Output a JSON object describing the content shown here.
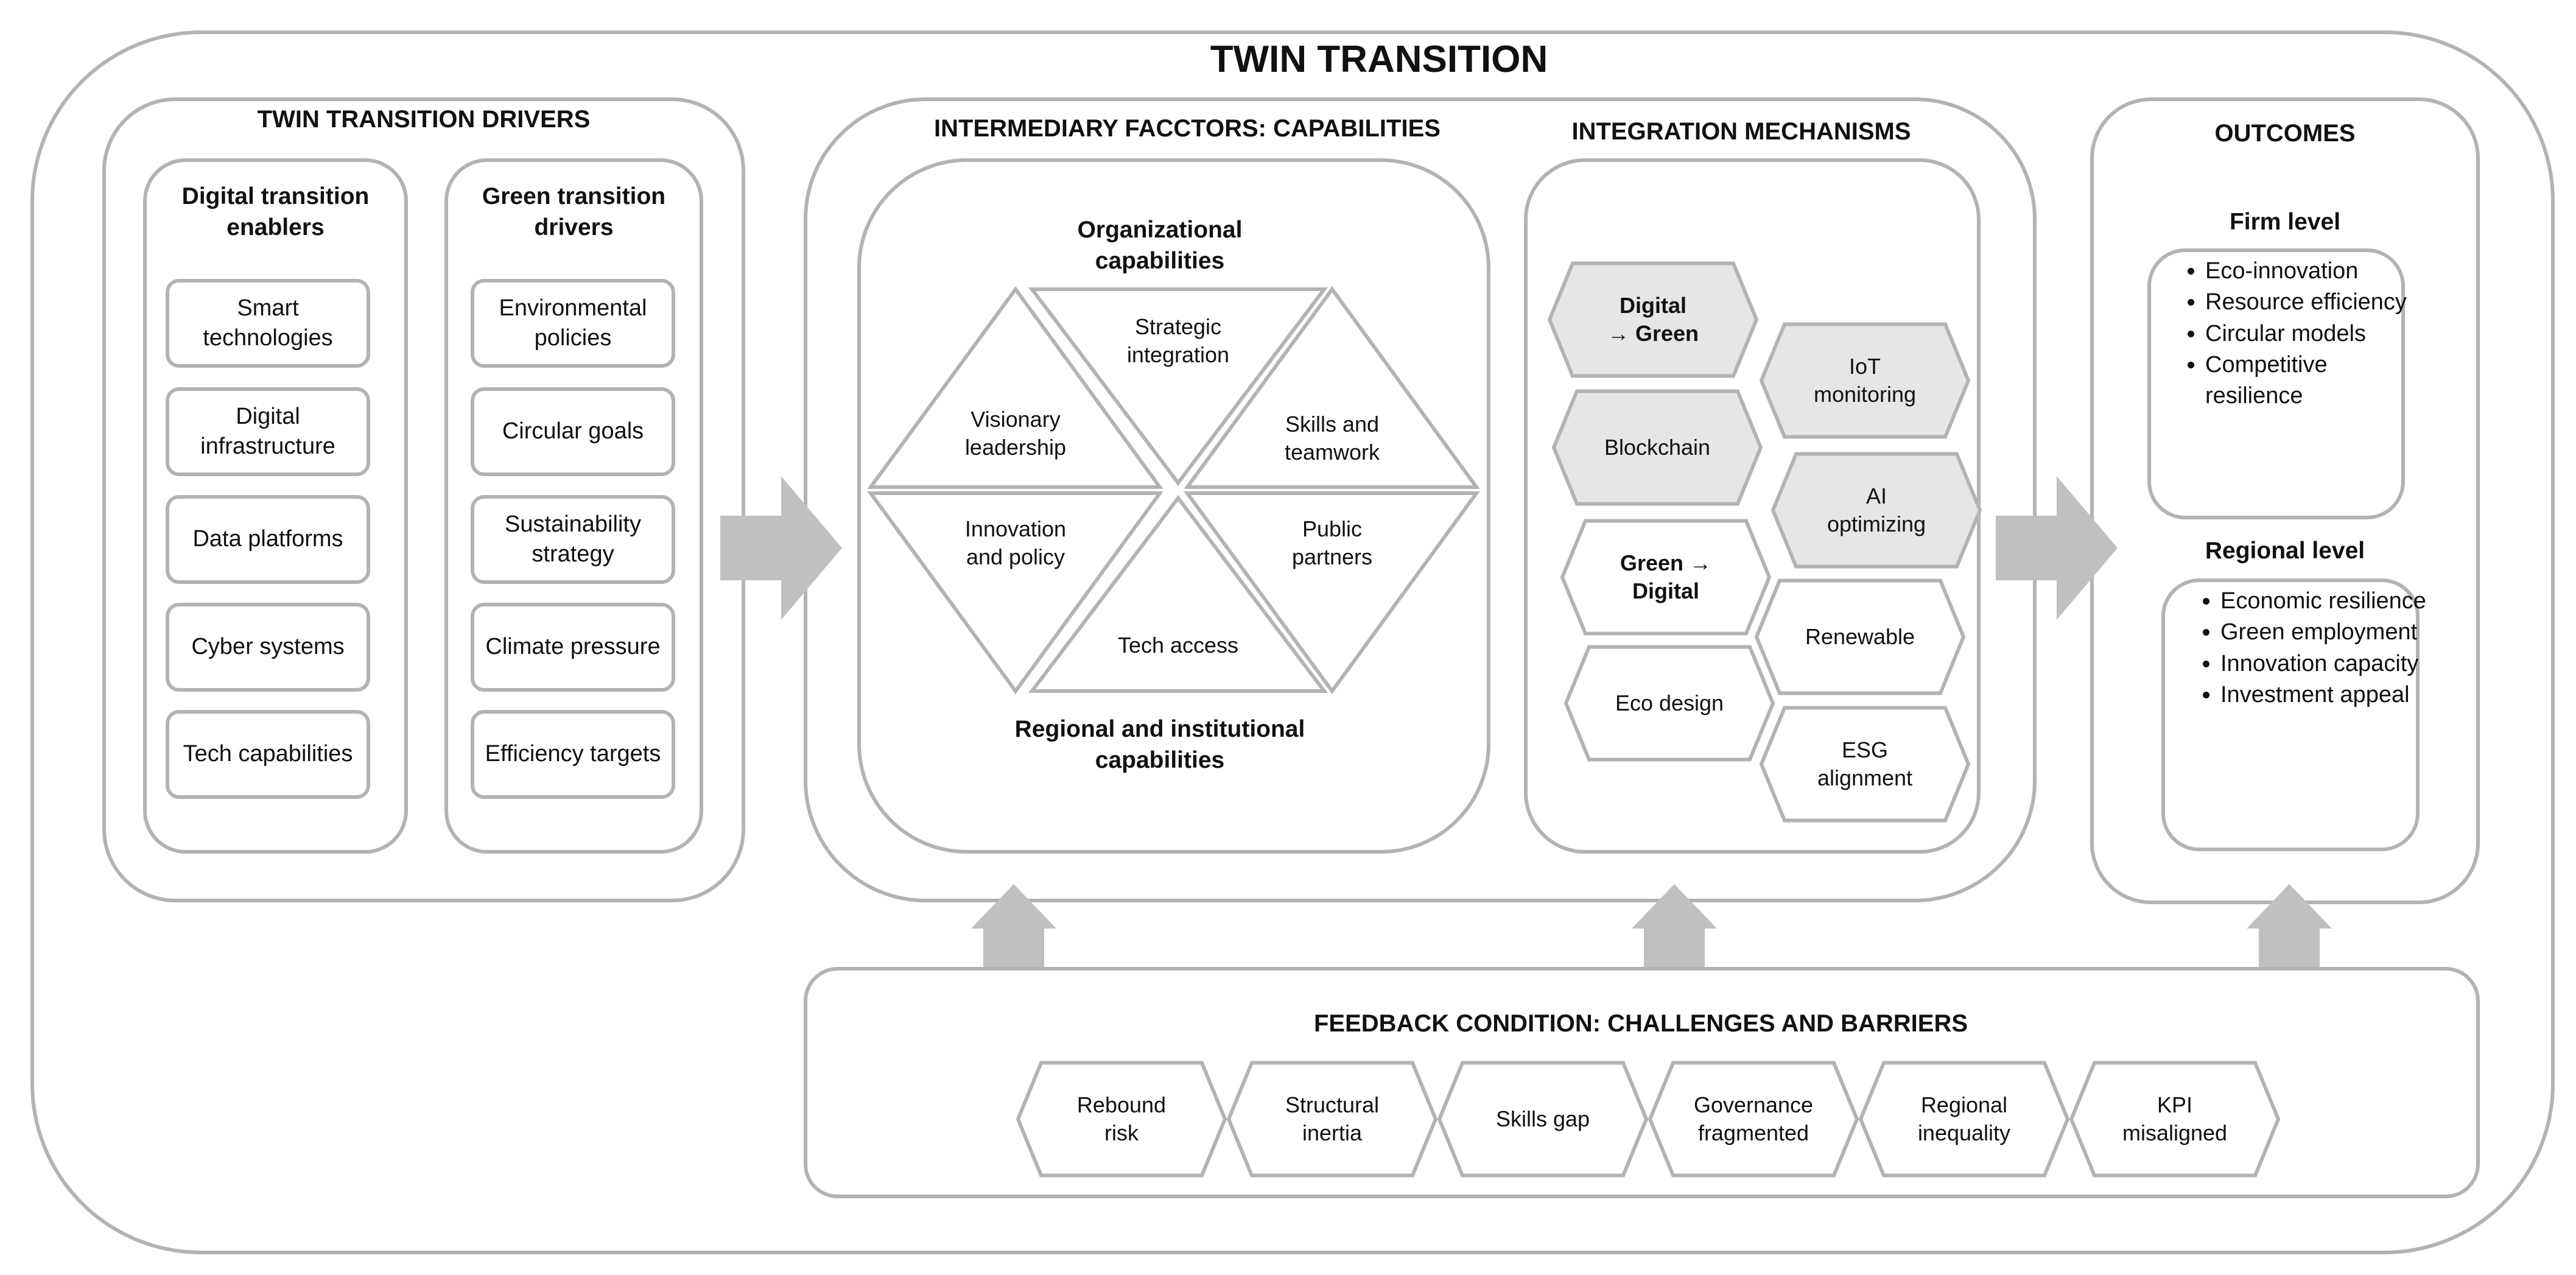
{
  "title": "TWIN TRANSITION",
  "drivers": {
    "header": "TWIN TRANSITION DRIVERS",
    "digital": {
      "title": "Digital transition enablers",
      "items": [
        "Smart technologies",
        "Digital infrastructure",
        "Data platforms",
        "Cyber systems",
        "Tech capabilities"
      ]
    },
    "green": {
      "title": "Green transition drivers",
      "items": [
        "Environmental policies",
        "Circular goals",
        "Sustainability strategy",
        "Climate pressure",
        "Efficiency targets"
      ]
    }
  },
  "capabilities": {
    "header": "INTERMEDIARY FACCTORS: CAPABILITIES",
    "organizational": "Organizational capabilities",
    "regional": "Regional and institutional capabilities",
    "triangles": [
      "Strategic integration",
      "Visionary leadership",
      "Skills and teamwork",
      "Innovation and policy",
      "Public partners",
      "Tech access"
    ]
  },
  "integration": {
    "header": "INTEGRATION MECHANISMS",
    "hexes": [
      {
        "label": "Digital → Green",
        "shade": "#e6e6e6",
        "bold": true
      },
      {
        "label": "IoT monitoring",
        "shade": "#e6e6e6",
        "bold": false
      },
      {
        "label": "Blockchain",
        "shade": "#e6e6e6",
        "bold": false
      },
      {
        "label": "AI optimizing",
        "shade": "#e6e6e6",
        "bold": false
      },
      {
        "label": "Green → Digital",
        "shade": "#ffffff",
        "bold": true
      },
      {
        "label": "Renewable",
        "shade": "#ffffff",
        "bold": false
      },
      {
        "label": "Eco design",
        "shade": "#ffffff",
        "bold": false
      },
      {
        "label": "ESG alignment",
        "shade": "#ffffff",
        "bold": false
      }
    ]
  },
  "outcomes": {
    "header": "OUTCOMES",
    "firm": {
      "title": "Firm level",
      "items": [
        "Eco-innovation",
        "Resource efficiency",
        "Circular models",
        "Competitive resilience"
      ]
    },
    "regional": {
      "title": "Regional level",
      "items": [
        "Economic resilience",
        "Green employment",
        "Innovation capacity",
        "Investment appeal"
      ]
    }
  },
  "feedback": {
    "header": "FEEDBACK CONDITION: CHALLENGES AND BARRIERS",
    "items": [
      "Rebound risk",
      "Structural inertia",
      "Skills gap",
      "Governance fragmented",
      "Regional inequality",
      "KPI misaligned"
    ]
  },
  "colors": {
    "border": "#b3b3b3",
    "arrow": "#c0c0c0",
    "shaded": "#e6e6e6"
  }
}
